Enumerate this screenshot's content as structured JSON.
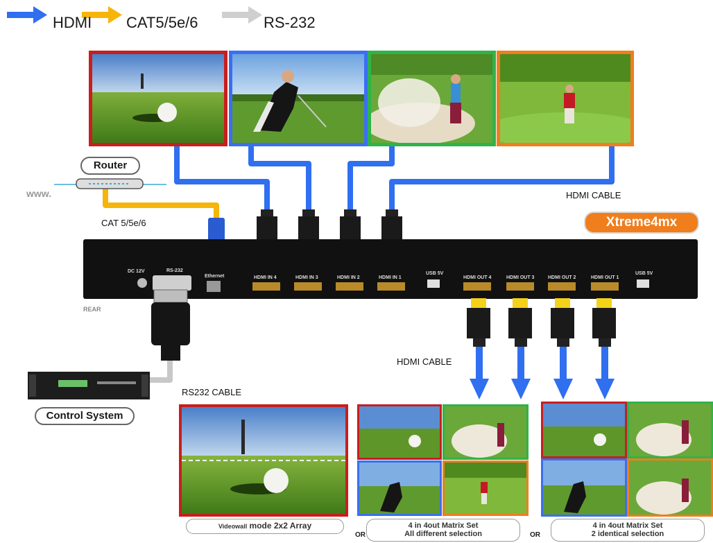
{
  "legend": {
    "hdmi": "HDMI",
    "cat": "CAT5/5e/6",
    "rs232": "RS-232",
    "colors": {
      "hdmi": "#2f6ff0",
      "cat": "#f5b50a",
      "rs232": "#c8c8c8"
    }
  },
  "labels": {
    "router": "Router",
    "www": "www.",
    "cat_cable": "CAT 5/5e/6",
    "hdmi_cable_top": "HDMI CABLE",
    "hdmi_cable_bottom": "HDMI CABLE",
    "rs232_cable": "RS232 CABLE",
    "control_system": "Control System",
    "rear": "REAR",
    "brand": "Xtreme4mx",
    "or1": "OR",
    "or2": "OR"
  },
  "device": {
    "ports": {
      "dc": "DC 12V",
      "rs232": "RS-232",
      "ethernet": "Ethernet",
      "in4": "HDMI IN 4",
      "in3": "HDMI IN 3",
      "in2": "HDMI IN 2",
      "in1": "HDMI IN 1",
      "usb1": "USB 5V",
      "out4": "HDMI OUT 4",
      "out3": "HDMI OUT 3",
      "out2": "HDMI OUT 2",
      "out1": "HDMI OUT 1",
      "usb2": "USB 5V"
    }
  },
  "modes": {
    "videowall_prefix": "Videowall",
    "videowall_rest": "mode 2x2 Array",
    "matrix_a_line1": "4 in 4out Matrix Set",
    "matrix_a_line2": "All different selection",
    "matrix_b_line1": "4 in 4out Matrix Set",
    "matrix_b_line2": "2 identical selection"
  },
  "source_colors": [
    "#c81e1e",
    "#3a6ff2",
    "#2fb34a",
    "#f07e1c"
  ]
}
